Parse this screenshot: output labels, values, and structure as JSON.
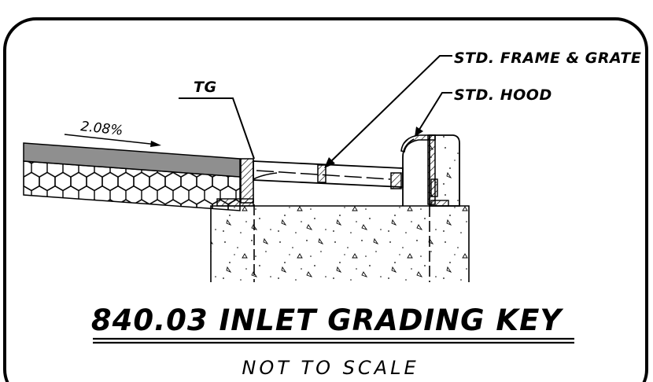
{
  "diagram": {
    "title": "840.03 INLET GRADING KEY",
    "subtitle": "NOT TO SCALE",
    "callouts": {
      "frame_grate": "STD. FRAME & GRATE",
      "hood": "STD. HOOD",
      "top_grate": "TG"
    },
    "slope_label": "2.08%"
  }
}
